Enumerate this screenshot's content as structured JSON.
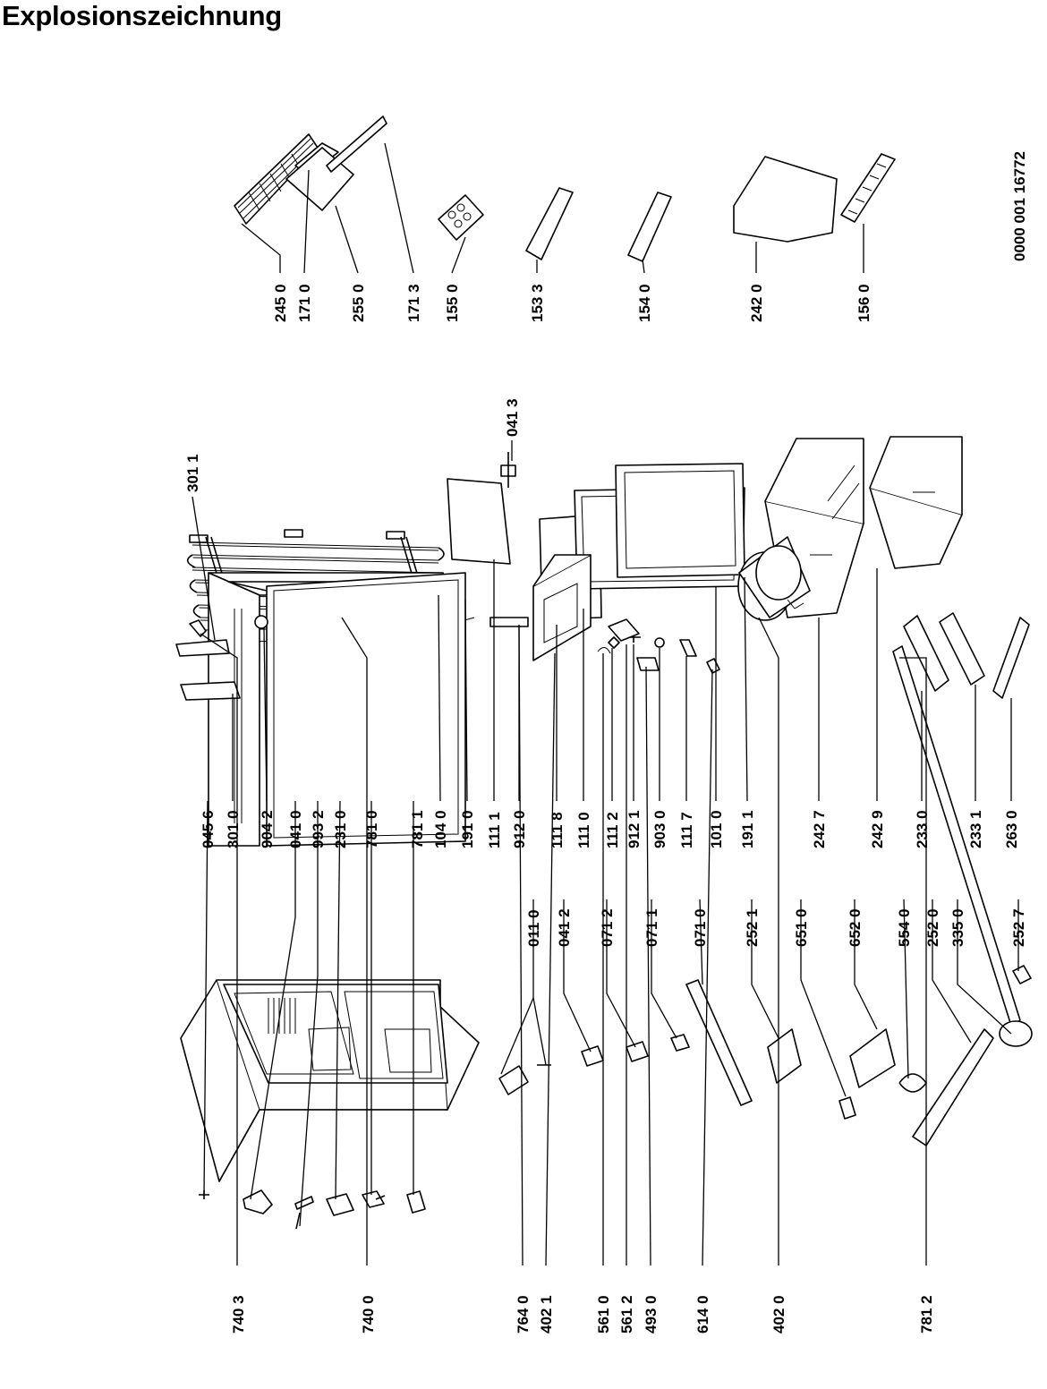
{
  "title": "Explosionszeichnung",
  "document_number": "0000 001 16772",
  "parts": [
    {
      "number": "740 3",
      "name": "part-740-3"
    },
    {
      "number": "740 0",
      "name": "part-740-0"
    },
    {
      "number": "764 0",
      "name": "part-764-0"
    },
    {
      "number": "402 1",
      "name": "part-402-1"
    },
    {
      "number": "561 0",
      "name": "part-561-0"
    },
    {
      "number": "561 2",
      "name": "part-561-2"
    },
    {
      "number": "493 0",
      "name": "part-493-0"
    },
    {
      "number": "614 0",
      "name": "part-614-0"
    },
    {
      "number": "402 0",
      "name": "part-402-0"
    },
    {
      "number": "781 2",
      "name": "part-781-2"
    },
    {
      "number": "011 0",
      "name": "part-011-0"
    },
    {
      "number": "041 2",
      "name": "part-041-2"
    },
    {
      "number": "071 2",
      "name": "part-071-2"
    },
    {
      "number": "071 1",
      "name": "part-071-1"
    },
    {
      "number": "071 0",
      "name": "part-071-0"
    },
    {
      "number": "252 1",
      "name": "part-252-1"
    },
    {
      "number": "651 0",
      "name": "part-651-0"
    },
    {
      "number": "652 0",
      "name": "part-652-0"
    },
    {
      "number": "554 0",
      "name": "part-554-0"
    },
    {
      "number": "252 0",
      "name": "part-252-0"
    },
    {
      "number": "335 0",
      "name": "part-335-0"
    },
    {
      "number": "252 7",
      "name": "part-252-7"
    },
    {
      "number": "045 6",
      "name": "part-045-6"
    },
    {
      "number": "301 0",
      "name": "part-301-0"
    },
    {
      "number": "904 2",
      "name": "part-904-2"
    },
    {
      "number": "041 0",
      "name": "part-041-0"
    },
    {
      "number": "993 2",
      "name": "part-993-2"
    },
    {
      "number": "231 0",
      "name": "part-231-0"
    },
    {
      "number": "781 0",
      "name": "part-781-0"
    },
    {
      "number": "781 1",
      "name": "part-781-1"
    },
    {
      "number": "104 0",
      "name": "part-104-0"
    },
    {
      "number": "191 0",
      "name": "part-191-0"
    },
    {
      "number": "111 1",
      "name": "part-111-1"
    },
    {
      "number": "912 0",
      "name": "part-912-0"
    },
    {
      "number": "111 8",
      "name": "part-111-8"
    },
    {
      "number": "111 0",
      "name": "part-111-0"
    },
    {
      "number": "111 2",
      "name": "part-111-2"
    },
    {
      "number": "912 1",
      "name": "part-912-1"
    },
    {
      "number": "903 0",
      "name": "part-903-0"
    },
    {
      "number": "111 7",
      "name": "part-111-7"
    },
    {
      "number": "101 0",
      "name": "part-101-0"
    },
    {
      "number": "191 1",
      "name": "part-191-1"
    },
    {
      "number": "242 7",
      "name": "part-242-7"
    },
    {
      "number": "242 9",
      "name": "part-242-9"
    },
    {
      "number": "233 0",
      "name": "part-233-0"
    },
    {
      "number": "233 1",
      "name": "part-233-1"
    },
    {
      "number": "263 0",
      "name": "part-263-0"
    },
    {
      "number": "301 1",
      "name": "part-301-1"
    },
    {
      "number": "041 3",
      "name": "part-041-3"
    },
    {
      "number": "245 0",
      "name": "part-245-0"
    },
    {
      "number": "171 0",
      "name": "part-171-0"
    },
    {
      "number": "255 0",
      "name": "part-255-0"
    },
    {
      "number": "171 3",
      "name": "part-171-3"
    },
    {
      "number": "155 0",
      "name": "part-155-0"
    },
    {
      "number": "153 3",
      "name": "part-153-3"
    },
    {
      "number": "154 0",
      "name": "part-154-0"
    },
    {
      "number": "242 0",
      "name": "part-242-0"
    },
    {
      "number": "156 0",
      "name": "part-156-0"
    }
  ]
}
